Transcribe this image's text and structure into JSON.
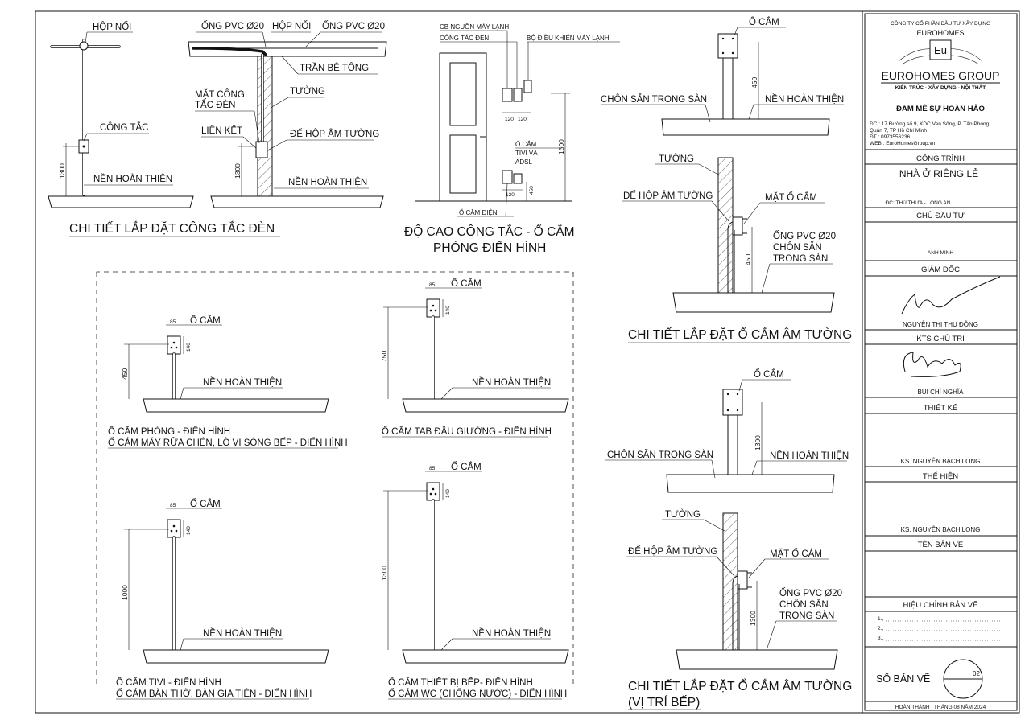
{
  "common": {
    "hop_noi": "HỘP NỐI",
    "cong_tac": "CÔNG TẮC",
    "nen_hoan_thien": "NỀN HOÀN THIỆN",
    "ong_pvc": "ỐNG PVC Ø20",
    "tran_be_tong": "TRẦN BÊ TÔNG",
    "tuong": "TƯỜNG",
    "mat_cong_tac_den_1": "MẶT CÔNG",
    "mat_cong_tac_den_2": "TẮC ĐÈN",
    "lien_ket": "LIÊN KẾT",
    "de_hop_am_tuong": "ĐẾ HỘP ÂM TƯỜNG",
    "o_cam": "Ổ CẮM",
    "chon_san_trong_san": "CHÔN SẴN TRONG SÀN",
    "mat_o_cam": "MẶT Ổ CẮM",
    "ong_pvc_chon_san_1": "ỐNG PVC Ø20",
    "ong_pvc_chon_san_2": "CHÔN SẴN",
    "ong_pvc_chon_san_3": "TRONG SÀN",
    "cb_nguon_may_lanh": "CB NGUỒN MÁY LẠNH",
    "cong_tac_den": "CÔNG TẮC ĐÈN",
    "bo_dieu_khien_may_lanh": "BỘ ĐIỀU KHIỂN MÁY LẠNH",
    "o_cam_tivi_1": "Ổ CẮM",
    "o_cam_tivi_2": "TIVI VÀ",
    "o_cam_tivi_3": "ADSL",
    "o_cam_dien": "Ổ CẮM ĐIỆN"
  },
  "dims": {
    "d1300": "1300",
    "d450": "450",
    "d750": "750",
    "d1000": "1000",
    "d85": "85",
    "d140": "140",
    "d120": "120"
  },
  "titles": {
    "cong_tac_den": "CHI TIẾT LẮP ĐẶT CÔNG TẮC ĐÈN",
    "do_cao_1": "ĐỘ CAO CÔNG TẮC - Ổ CẮM",
    "do_cao_2": "PHÒNG ĐIỂN HÌNH",
    "o_cam_am_tuong": "CHI TIẾT LẮP ĐẶT Ổ CẮM ÂM TƯỜNG",
    "o_cam_bep_1": "CHI TIẾT LẮP ĐẶT Ổ CẮM ÂM TƯỜNG",
    "o_cam_bep_2": "(VỊ TRÍ BẾP)"
  },
  "captions": {
    "phong_1": "Ổ CẮM PHÒNG - ĐIỂN HÌNH",
    "phong_2": "Ổ CẮM MÁY RỬA CHÉN, LÒ VI SÓNG BẾP - ĐIỂN HÌNH",
    "tab": "Ổ CẮM TAB ĐẦU GIƯỜNG - ĐIỂN HÌNH",
    "tivi_1": "Ổ CẮM TIVI - ĐIỂN HÌNH",
    "tivi_2": "Ổ CẮM BÀN THỜ, BÀN GIA TIÊN - ĐIỂN HÌNH",
    "bep_1": "Ổ CẮM THIẾT BỊ BẾP- ĐIỂN HÌNH",
    "bep_2": "Ổ CẮM WC (CHỐNG NƯỚC) - ĐIỂN HÌNH"
  },
  "title_block": {
    "company": "CÔNG TY CỔ PHẦN ĐẦU TƯ XÂY DỰNG",
    "brand": "EUROHOMES",
    "logo_mark": "Eu",
    "logo_name": "EUROHOMES GROUP",
    "logo_tagline": "KIẾN TRÚC - XÂY DỰNG - NỘI THẤT",
    "slogan": "ĐAM MÊ SỰ HOÀN HẢO",
    "addr_1": "ĐC    : 17 Đường số 9, KDC Ven Sông, P. Tân Phong,",
    "addr_2": "Quận 7, TP Hồ Chí Minh",
    "phone": "ĐT    : 0973556236",
    "web": "WEB : EuroHomesGroup.vn",
    "cong_trinh_label": "CÔNG TRÌNH",
    "cong_trinh_value": "NHÀ Ở RIÊNG LẺ",
    "cong_trinh_addr": "ĐC: THỦ THỪA - LONG AN",
    "chu_dau_tu_label": "CHỦ ĐẦU TƯ",
    "chu_dau_tu_value": "ANH MINH",
    "giam_doc_label": "GIÁM ĐỐC",
    "giam_doc_value": "NGUYỄN THỊ THU ĐÔNG",
    "kts_label": "KTS CHỦ TRÌ",
    "kts_value": "BÙI CHÍ NGHĨA",
    "thiet_ke_label": "THIẾT KẾ",
    "thiet_ke_value": "KS. NGUYỄN BẠCH LONG",
    "the_hien_label": "THỂ HIỆN",
    "the_hien_value": "KS. NGUYỄN BẠCH LONG",
    "ten_ban_ve_label": "TÊN BẢN VẼ",
    "hieu_chinh_label": "HIỆU CHỈNH BẢN VẼ",
    "rev_1": "1.,",
    "rev_2": "2.,",
    "rev_3": "3.,",
    "so_ban_ve_label": "SỐ BẢN VẼ",
    "so_ban_ve_value": "02",
    "hoan_thanh": "HOÀN THÀNH : THÁNG 08 NĂM 2024"
  }
}
